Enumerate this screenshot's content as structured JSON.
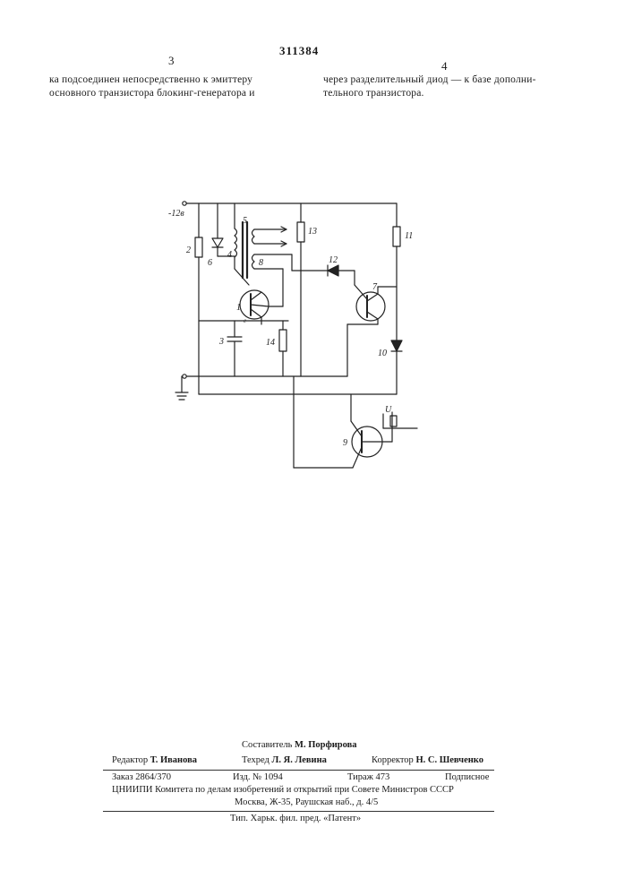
{
  "header": {
    "patent_number": "311384",
    "left_column_number": "3",
    "right_column_number": "4"
  },
  "text": {
    "left_line_1": "ка подсоединен  непосредственно к эмиттеру",
    "left_line_2": "основного транзистора  блокинг-генератора  и",
    "right_line_1": "через разделительный диод — к базе дополни-",
    "right_line_2": "тельного транзистора."
  },
  "schematic": {
    "supply_label": "-12в",
    "labels": {
      "r2": "2",
      "c3": "3",
      "d6": "6",
      "l4": "4",
      "w5": "5",
      "w8": "8",
      "t1": "1",
      "r13": "13",
      "d12": "12",
      "r11": "11",
      "t7": "7",
      "r14": "14",
      "d10": "10",
      "t9": "9",
      "u": "U",
      "t1_emitter": "е"
    }
  },
  "footer": {
    "compiler_label": "Составитель",
    "compiler_name": "М. Порфирова",
    "editor_label": "Редактор",
    "editor_name": "Т. Иванова",
    "techred_label": "Техред",
    "techred_name": "Л. Я. Левина",
    "corrector_label": "Корректор",
    "corrector_name": "Н. С. Шевченко",
    "order": "Заказ 2864/370",
    "edition": "Изд. № 1094",
    "circulation": "Тираж 473",
    "subscription": "Подписное",
    "institute": "ЦНИИПИ Комитета по делам изобретений и открытий при Совете Министров СССР",
    "address": "Москва, Ж-35, Раушская наб., д. 4/5",
    "printer": "Тип. Харьк. фил. пред. «Патент»"
  }
}
